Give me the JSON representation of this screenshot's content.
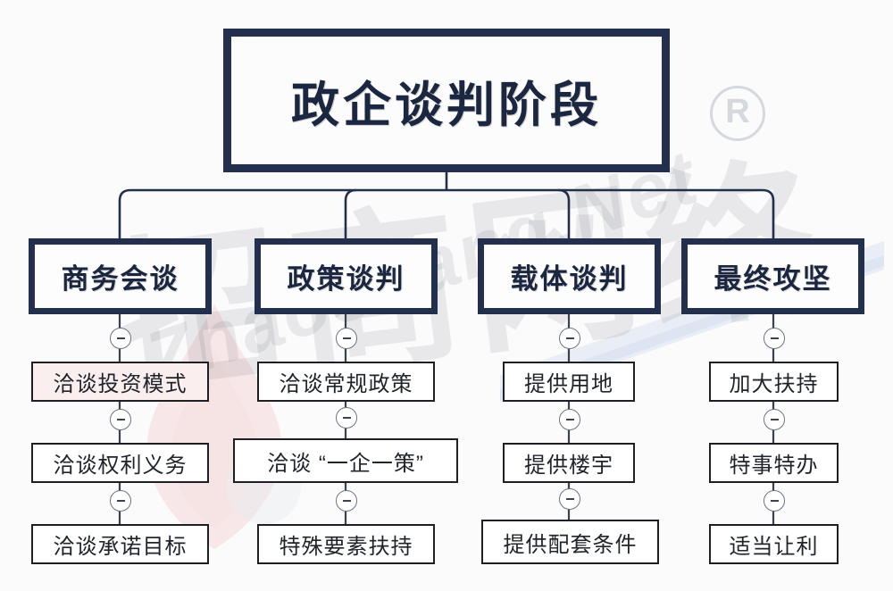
{
  "diagram": {
    "title": "政企谈判阶段",
    "type": "organization-tree",
    "background_color": "#fbfbfc",
    "accent_color": "#22304d",
    "leaf_border_color": "#1d1f24",
    "highlight_color": "#fbeeee"
  },
  "root": {
    "label": "政企谈判阶段"
  },
  "branches": [
    {
      "label": "商务会谈",
      "children": [
        {
          "label": "洽谈投资模式",
          "tinted": true
        },
        {
          "label": "洽谈权利义务",
          "tinted": false
        },
        {
          "label": "洽谈承诺目标",
          "tinted": false
        }
      ]
    },
    {
      "label": "政策谈判",
      "children": [
        {
          "label": "洽谈常规政策",
          "tinted": false
        },
        {
          "label": "洽谈 “一企一策”",
          "tinted": false
        },
        {
          "label": "特殊要素扶持",
          "tinted": false
        }
      ]
    },
    {
      "label": "载体谈判",
      "children": [
        {
          "label": "提供用地",
          "tinted": false
        },
        {
          "label": "提供楼宇",
          "tinted": false
        },
        {
          "label": "提供配套条件",
          "tinted": false
        }
      ]
    },
    {
      "label": "最终攻坚",
      "children": [
        {
          "label": "加大扶持",
          "tinted": false
        },
        {
          "label": "特事特办",
          "tinted": false
        },
        {
          "label": "适当让利",
          "tinted": false
        }
      ]
    }
  ],
  "watermark": {
    "cjk_text": "招商网络",
    "latin_text": "Zhaoshang.Net",
    "registered_mark": "R"
  },
  "toggles": {
    "icon": "collapse-minus-icon",
    "state": "expanded"
  }
}
